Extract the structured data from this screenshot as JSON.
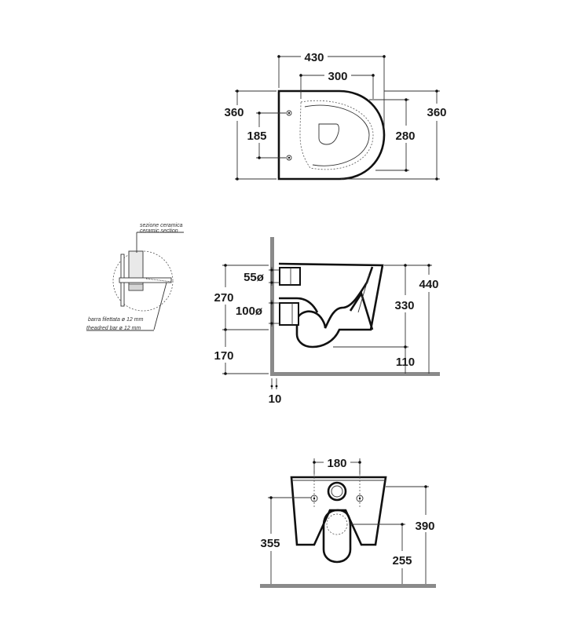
{
  "top_view": {
    "width_total": "430",
    "seat_width": "300",
    "depth_left": "360",
    "depth_right": "360",
    "fixing_spacing": "185",
    "inner_depth": "280"
  },
  "side_view": {
    "note_section_it": "sezione ceramica",
    "note_section_en": "ceramic section",
    "note_bar_it": "barra filettata ø 12 mm",
    "note_bar_en": "theadred bar ø 12 mm",
    "dim_inlet": "55ø",
    "dim_outlet": "100ø",
    "dim_270": "270",
    "dim_170": "170",
    "dim_330": "330",
    "dim_440": "440",
    "dim_110": "110",
    "dim_10": "10"
  },
  "front_view": {
    "fixing_spacing": "180",
    "height_left": "355",
    "height_right": "390",
    "outlet_height": "255"
  }
}
